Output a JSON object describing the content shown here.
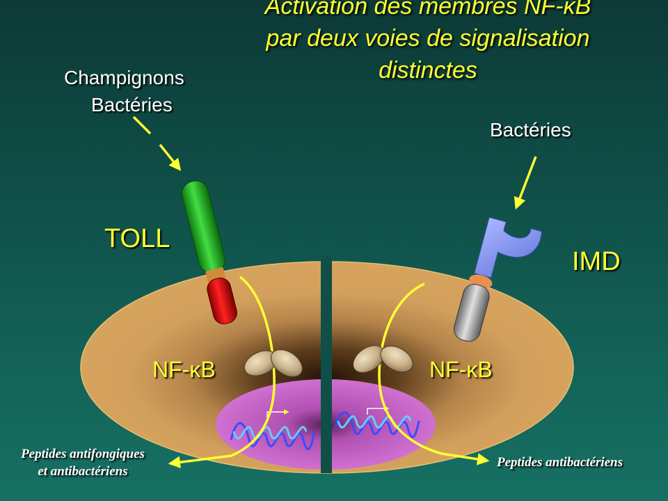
{
  "title": {
    "line1": "Activation des membres NF-κB",
    "line2": "par deux voies de signalisation",
    "line3": "distinctes"
  },
  "labels": {
    "toll_stimulus_1": "Champignons",
    "toll_stimulus_2": "Bactéries",
    "imd_stimulus": "Bactéries",
    "toll": "TOLL",
    "imd": "IMD",
    "nfkb_left": "NF-κB",
    "nfkb_right": "NF-κB",
    "output_left_1": "Peptides antifongiques",
    "output_left_2": "et antibactériens",
    "output_right": "Peptides antibactériens"
  },
  "colors": {
    "title": "#ffff33",
    "label": "#ffffff",
    "cell": "#d2a05c",
    "nucleus": "#cc66cc",
    "toll_receptor_top": "#22bb22",
    "toll_receptor_bottom": "#dd1111",
    "imd_receptor_top": "#7b8ef0",
    "imd_receptor_bottom": "#b0b0b0",
    "arrows": "#ffff33"
  }
}
